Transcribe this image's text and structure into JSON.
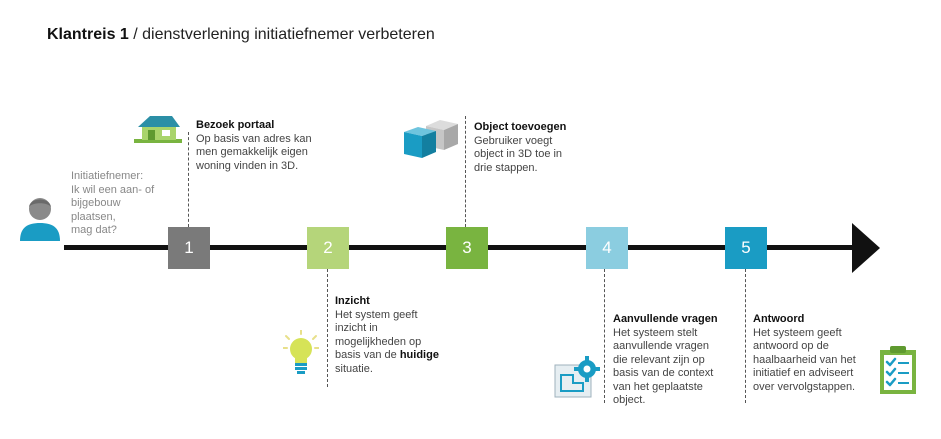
{
  "title": {
    "bold": "Klantreis 1",
    "rest": " / dienstverlening initiatiefnemer verbeteren"
  },
  "persona": {
    "icon": "user-avatar-icon",
    "lines": [
      "Initiatiefnemer:",
      "Ik wil een aan- of",
      "bijgebouw",
      "plaatsen,",
      "mag dat?"
    ]
  },
  "steps": [
    {
      "number": "1",
      "color": "#7a7a7a",
      "title": "Bezoek portaal",
      "lines": [
        "Op basis van adres kan",
        "men gemakkelijk eigen",
        "woning vinden in 3D."
      ],
      "icon": "house-icon"
    },
    {
      "number": "2",
      "color": "#b5d57a",
      "title": "Inzicht",
      "lines": [
        "Het system geeft",
        "inzicht in",
        "mogelijkheden op"
      ],
      "line_pre": "basis van de ",
      "line_bold": "huidige",
      "last_line": "situatie.",
      "icon": "lightbulb-icon"
    },
    {
      "number": "3",
      "color": "#79b440",
      "title": "Object toevoegen",
      "lines": [
        "Gebruiker voegt",
        "object in 3D toe in",
        "drie stappen."
      ],
      "icon": "3d-object-icon"
    },
    {
      "number": "4",
      "color": "#8bcde0",
      "title": "Aanvullende vragen",
      "lines": [
        "Het systeem stelt",
        "aanvullende vragen",
        "die relevant zijn op",
        "basis van de context",
        "van het geplaatste",
        "object."
      ],
      "icon": "blueprint-gear-icon"
    },
    {
      "number": "5",
      "color": "#1a9cc4",
      "title": "Antwoord",
      "lines": [
        "Het systeem geeft",
        "antwoord op de",
        "haalbaarheid van het",
        "initiatief en adviseert",
        "over vervolgstappen."
      ],
      "icon": "checklist-icon"
    }
  ]
}
